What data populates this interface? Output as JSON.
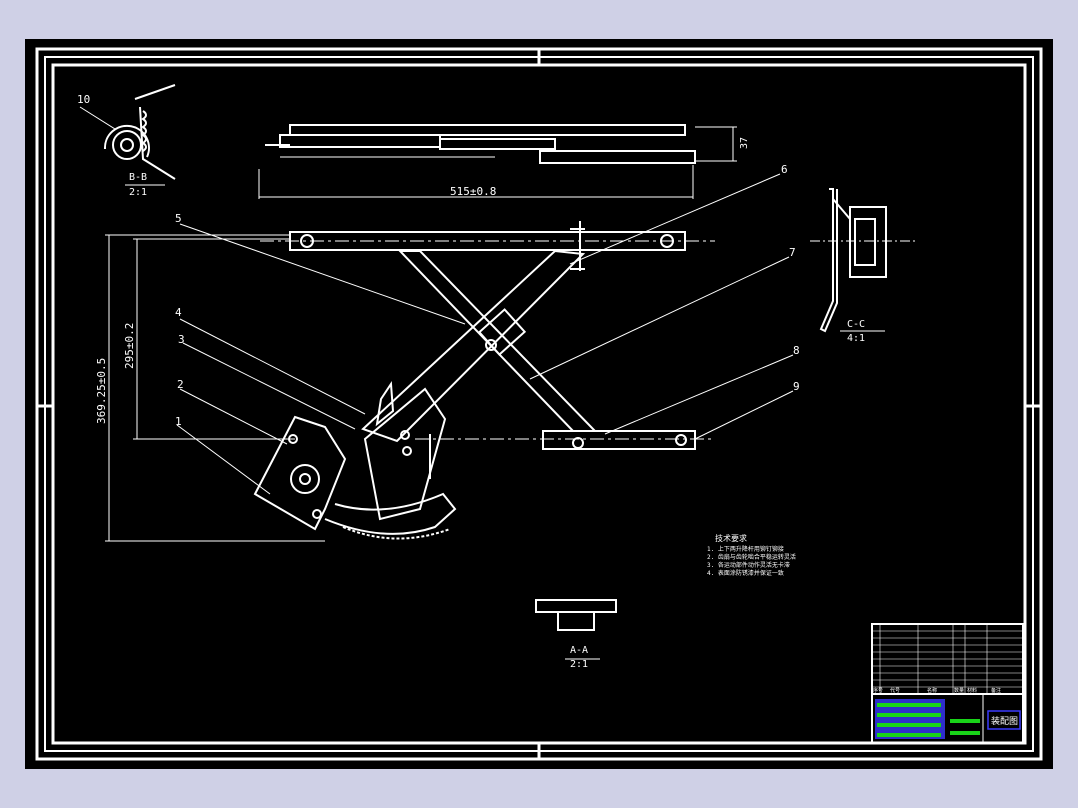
{
  "colors": {
    "background": "#cfd0e6",
    "sheet": "#000000",
    "line": "#ffffff",
    "accent_title_block": "#3a3aff",
    "accent_green": "#19d419"
  },
  "drawing": {
    "views": {
      "bb": {
        "label": "B-B",
        "scale": "2:1"
      },
      "cc": {
        "label": "C-C",
        "scale": "4:1"
      },
      "aa": {
        "label": "A-A",
        "scale": "2:1"
      }
    },
    "dimensions": {
      "length": "515±0.8",
      "height_total": "369.25±0.5",
      "height_inner": "295±0.2",
      "thickness": "37"
    },
    "part_numbers": [
      "1",
      "2",
      "3",
      "4",
      "5",
      "6",
      "7",
      "8",
      "9",
      "10"
    ],
    "tech_requirements": {
      "title": "技术要求",
      "lines": [
        "1. 上下两升降杆用铆钉铆接",
        "2. 齿扇与齿轮啮合平稳运转灵活",
        "3. 各运动部件动作灵活无卡滞",
        "4. 表面涂防锈漆并保证一致"
      ]
    },
    "title_block": {
      "drawing_name": "装配图",
      "header_cells": [
        "序号",
        "代号",
        "名称",
        "数量",
        "材料",
        "备注"
      ]
    }
  }
}
